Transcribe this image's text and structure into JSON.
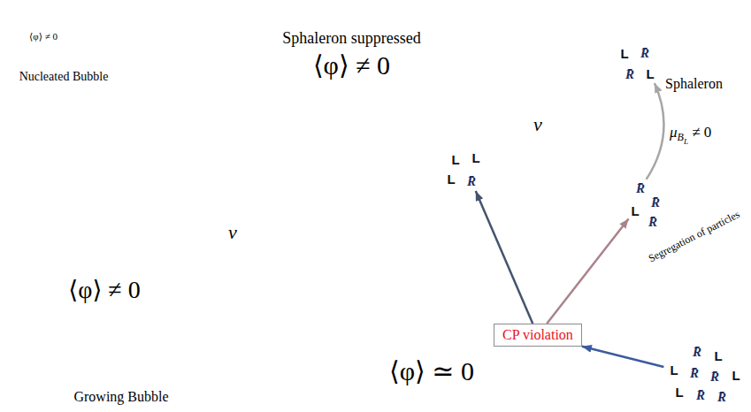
{
  "diagram": {
    "nodes": [
      {
        "text": [
          "⟨φ⟩ ≠ 0",
          "Nucleated Bubble"
        ]
      },
      {
        "text": [
          "Sphaleron suppressed",
          "⟨φ⟩ ≠ 0"
        ]
      },
      {
        "text": [
          "L"
        ],
        "in": 1
      },
      {
        "text": [
          "L"
        ],
        "in": 1
      },
      {
        "text": [
          "L"
        ],
        "in": 1
      },
      {
        "text": [
          "R̄"
        ],
        "in": 1
      },
      {
        "text": [
          "L"
        ]
      },
      {
        "text": [
          "R̄"
        ]
      },
      {
        "text": [
          "R̄"
        ]
      },
      {
        "text": [
          "L"
        ]
      },
      {
        "text": [
          "R̄"
        ]
      },
      {
        "text": [
          "R̄"
        ]
      },
      {
        "text": [
          "L"
        ]
      },
      {
        "text": [
          "R̄"
        ]
      },
      {
        "text": [
          "⟨φ⟩ ≠ 0",
          "Growing Bubble"
        ]
      },
      {
        "text": [
          "CP violation"
        ]
      },
      {
        "text": [
          "R̄"
        ]
      },
      {
        "text": [
          "L"
        ]
      },
      {
        "text": [
          "L"
        ]
      },
      {
        "text": [
          "R̄"
        ]
      },
      {
        "text": [
          "R̄"
        ]
      },
      {
        "text": [
          "L"
        ]
      },
      {
        "text": [
          "L"
        ]
      },
      {
        "text": [
          "R̄"
        ]
      },
      {
        "text": [
          "R̄"
        ]
      }
    ],
    "edges": [
      {
        "from": 18,
        "to": 15,
        "arrow": "to"
      },
      {
        "from": 15,
        "to": 5,
        "arrow": "to"
      },
      {
        "from": 15,
        "to": 12,
        "label": "Segregation of particles",
        "arrow": "to"
      },
      {
        "from": 10,
        "to": 9,
        "label": "μBL ≠ 0",
        "arrow": "to"
      }
    ],
    "labels": [
      "v⃗",
      "v⃗",
      "⟨φ⟩ ≃ 0",
      "Sphaleron"
    ]
  }
}
